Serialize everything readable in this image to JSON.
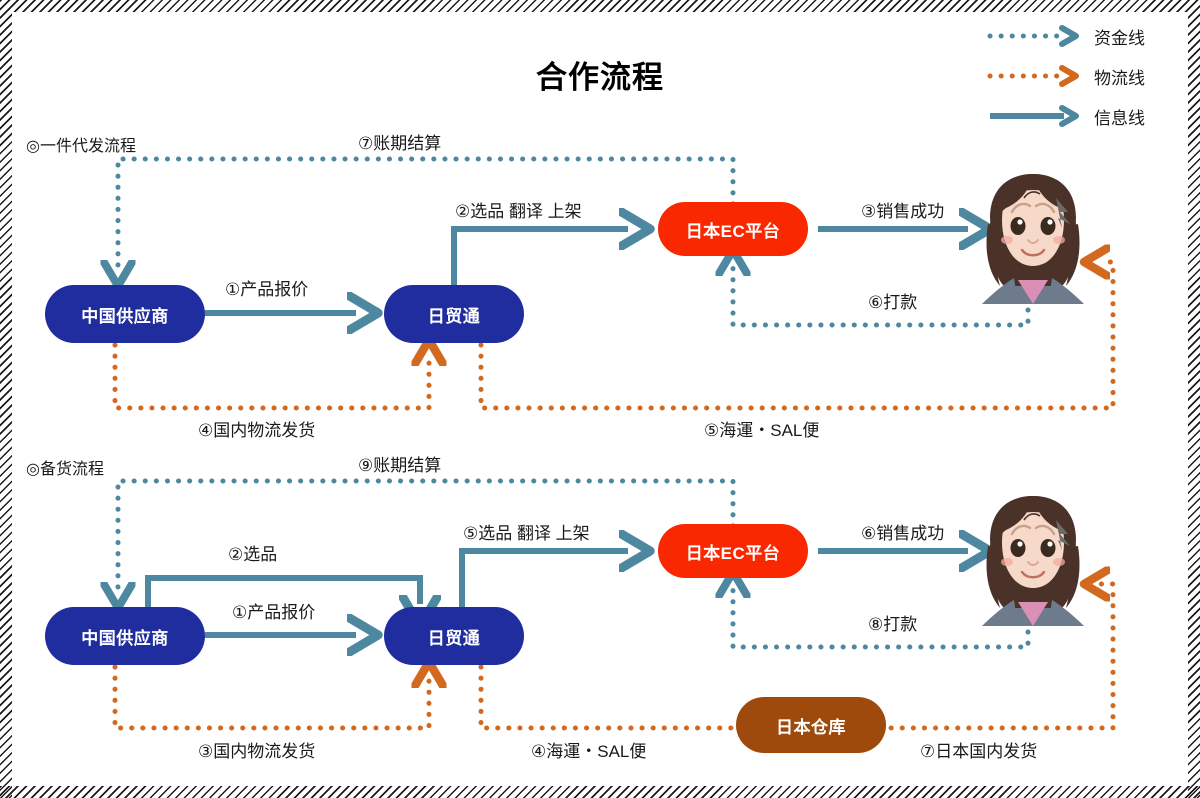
{
  "title": "合作流程",
  "colors": {
    "info_line": "#4E87A0",
    "funds_line": "#4E87A0",
    "logistics_line": "#D2691E",
    "node_blue": "#1F2D9E",
    "node_red": "#FA2800",
    "node_brown": "#9E4A0C"
  },
  "legend": {
    "items": [
      {
        "label": "资金线",
        "style": "dotted",
        "color": "#4E87A0",
        "icon": "dotted-arrow-icon"
      },
      {
        "label": "物流线",
        "style": "dotted",
        "color": "#D2691E",
        "icon": "dotted-arrow-icon"
      },
      {
        "label": "信息线",
        "style": "solid",
        "color": "#4E87A0",
        "icon": "solid-arrow-icon"
      }
    ]
  },
  "flows": [
    {
      "heading": "◎一件代发流程",
      "nodes": {
        "supplier": "中国供应商",
        "agent": "日贸通",
        "platform": "日本EC平台",
        "customer": "customer-avatar"
      },
      "edges": [
        {
          "label": "①产品报价",
          "type": "info"
        },
        {
          "label": "②选品 翻译 上架",
          "type": "info"
        },
        {
          "label": "③销售成功",
          "type": "info"
        },
        {
          "label": "④国内物流发货",
          "type": "logistics"
        },
        {
          "label": "⑤海運・SAL便",
          "type": "logistics"
        },
        {
          "label": "⑥打款",
          "type": "funds"
        },
        {
          "label": "⑦账期结算",
          "type": "funds"
        }
      ]
    },
    {
      "heading": "◎备货流程",
      "nodes": {
        "supplier": "中国供应商",
        "agent": "日贸通",
        "platform": "日本EC平台",
        "warehouse": "日本仓库",
        "customer": "customer-avatar"
      },
      "edges": [
        {
          "label": "①产品报价",
          "type": "info"
        },
        {
          "label": "②选品",
          "type": "info"
        },
        {
          "label": "③国内物流发货",
          "type": "logistics"
        },
        {
          "label": "④海運・SAL便",
          "type": "logistics"
        },
        {
          "label": "⑤选品 翻译 上架",
          "type": "info"
        },
        {
          "label": "⑥销售成功",
          "type": "info"
        },
        {
          "label": "⑦日本国内发货",
          "type": "logistics"
        },
        {
          "label": "⑧打款",
          "type": "funds"
        },
        {
          "label": "⑨账期结算",
          "type": "funds"
        }
      ]
    }
  ]
}
